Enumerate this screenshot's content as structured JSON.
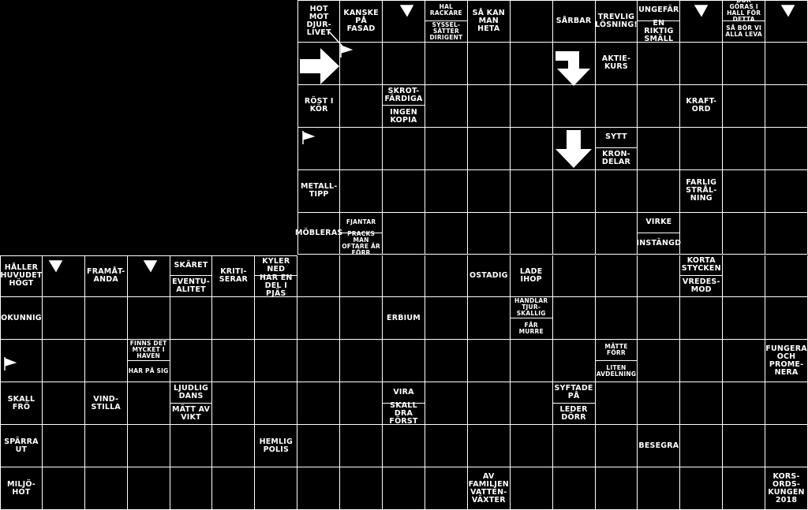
{
  "puzzle": {
    "clues": [
      {
        "id": "c1",
        "lines": "HOT MOT\nDJUR-\nLIVET",
        "col": 0,
        "row": 0,
        "pos": "full"
      },
      {
        "id": "c2",
        "lines": "KANSKE\nPÅ FASAD",
        "col": 1,
        "row": 0,
        "pos": "full"
      },
      {
        "id": "c3",
        "lines": "HAL\nRACKARE",
        "col": 3,
        "row": 0,
        "pos": "upper",
        "small": true
      },
      {
        "id": "c4",
        "lines": "SYSSEL-\nSÄTTER\nDIRIGENT",
        "col": 3,
        "row": 0,
        "pos": "lower",
        "small": true
      },
      {
        "id": "c5",
        "lines": "SÅ KAN\nMAN\nHETA",
        "col": 4,
        "row": 0,
        "pos": "full"
      },
      {
        "id": "c6",
        "lines": "SÅRBAR",
        "col": 6,
        "row": 0,
        "pos": "full"
      },
      {
        "id": "c7",
        "lines": "TREVLIG\nLÖSNING!",
        "col": 7,
        "row": 0,
        "pos": "full"
      },
      {
        "id": "c8",
        "lines": "UNGEFÄR",
        "col": 8,
        "row": 0,
        "pos": "upper"
      },
      {
        "id": "c9",
        "lines": "EN RIKTIG\nSMÄLL",
        "col": 8,
        "row": 0,
        "pos": "lower"
      },
      {
        "id": "c10",
        "lines": "BÖR GÖRAS I\nHALL FÖR\nDETTA",
        "col": 10,
        "row": 0,
        "pos": "upper",
        "small": true
      },
      {
        "id": "c11",
        "lines": "SÅ BÖR VI\nALLA LEVA",
        "col": 10,
        "row": 0,
        "pos": "lower",
        "small": true
      },
      {
        "id": "c12",
        "lines": "AKTIE-\nKURS",
        "col": 7,
        "row": 1,
        "pos": "full"
      },
      {
        "id": "c13",
        "lines": "RÖST I\nKÖR",
        "col": 0,
        "row": 2,
        "pos": "full"
      },
      {
        "id": "c14",
        "lines": "SKROT-\nFÄRDIGA",
        "col": 2,
        "row": 2,
        "pos": "upper"
      },
      {
        "id": "c15",
        "lines": "INGEN\nKOPIA",
        "col": 2,
        "row": 2,
        "pos": "lower"
      },
      {
        "id": "c16",
        "lines": "KRAFT-\nORD",
        "col": 9,
        "row": 2,
        "pos": "full"
      },
      {
        "id": "c17",
        "lines": "SYTT",
        "col": 7,
        "row": 3,
        "pos": "upper"
      },
      {
        "id": "c18",
        "lines": "KRON-\nDELAR",
        "col": 7,
        "row": 3,
        "pos": "lower"
      },
      {
        "id": "c19",
        "lines": "METALL-\nTIPP",
        "col": 0,
        "row": 4,
        "pos": "full"
      },
      {
        "id": "c20",
        "lines": "FARLIG\nSTRÅL-\nNING",
        "col": 9,
        "row": 4,
        "pos": "full"
      },
      {
        "id": "c21",
        "lines": "MÖBLERAS",
        "col": 0,
        "row": 5,
        "pos": "full"
      },
      {
        "id": "c22",
        "lines": "FJANTAR",
        "col": 1,
        "row": 5,
        "pos": "upper",
        "small": true
      },
      {
        "id": "c23",
        "lines": "PRACKS MAN\nOFTARE ÄR\nFÖRR",
        "col": 1,
        "row": 5,
        "pos": "lower",
        "small": true
      },
      {
        "id": "c24",
        "lines": "VIRKE",
        "col": 8,
        "row": 5,
        "pos": "upper"
      },
      {
        "id": "c25",
        "lines": "INSTÄNGD",
        "col": 8,
        "row": 5,
        "pos": "lower"
      }
    ],
    "lower_clues": [
      {
        "id": "d1",
        "lines": "HÅLLER\nHUVUDET\nHÖGT",
        "gx": 0,
        "gy": 6,
        "pos": "full"
      },
      {
        "id": "d2",
        "lines": "FRAMÅT-\nANDA",
        "gx": 2,
        "gy": 6,
        "pos": "full"
      },
      {
        "id": "d3",
        "lines": "SKÄRET",
        "gx": 4,
        "gy": 6,
        "pos": "upper"
      },
      {
        "id": "d4",
        "lines": "EVENTU-\nALITET",
        "gx": 4,
        "gy": 6,
        "pos": "lower"
      },
      {
        "id": "d5",
        "lines": "KRITI-\nSERAR",
        "gx": 5,
        "gy": 6,
        "pos": "full"
      },
      {
        "id": "d6",
        "lines": "KYLER\nNED",
        "gx": 6,
        "gy": 6,
        "pos": "upper"
      },
      {
        "id": "d7",
        "lines": "HAR EN\nDEL I PJÄS",
        "gx": 6,
        "gy": 6,
        "pos": "lower"
      },
      {
        "id": "d8",
        "lines": "OSTADIG",
        "gx": 11,
        "gy": 6,
        "pos": "full"
      },
      {
        "id": "d9",
        "lines": "LADE\nIHOP",
        "gx": 12,
        "gy": 6,
        "pos": "full"
      },
      {
        "id": "d10",
        "lines": "KORTA\nSTYCKEN",
        "gx": 16,
        "gy": 6,
        "pos": "upper"
      },
      {
        "id": "d11",
        "lines": "VREDES-\nMOD",
        "gx": 16,
        "gy": 6,
        "pos": "lower"
      },
      {
        "id": "d12",
        "lines": "OKUNNIG",
        "gx": 0,
        "gy": 7,
        "pos": "full"
      },
      {
        "id": "d13",
        "lines": "ERBIUM",
        "gx": 9,
        "gy": 7,
        "pos": "full"
      },
      {
        "id": "d14",
        "lines": "HANDLAR\nTJUR-\nSKALLIG",
        "gx": 12,
        "gy": 7,
        "pos": "upper",
        "small": true
      },
      {
        "id": "d15",
        "lines": "FÅR MURRE",
        "gx": 12,
        "gy": 7,
        "pos": "lower",
        "small": true
      },
      {
        "id": "d16",
        "lines": "FINNS DET\nMYCKET I\nHAVEN",
        "gx": 3,
        "gy": 8,
        "pos": "upper",
        "small": true
      },
      {
        "id": "d17",
        "lines": "HAR PÅ SIG",
        "gx": 3,
        "gy": 8,
        "pos": "lower",
        "small": true
      },
      {
        "id": "d18",
        "lines": "MÄTTE FÖRR",
        "gx": 14,
        "gy": 8,
        "pos": "upper",
        "small": true
      },
      {
        "id": "d19",
        "lines": "LITEN\nAVDELNING",
        "gx": 14,
        "gy": 8,
        "pos": "lower",
        "small": true
      },
      {
        "id": "d20",
        "lines": "FUNGERA\nOCH\nPROME-\nNERA",
        "gx": 18,
        "gy": 8,
        "pos": "full"
      },
      {
        "id": "d21",
        "lines": "SKALL\nFRÖ",
        "gx": 0,
        "gy": 9,
        "pos": "full"
      },
      {
        "id": "d22",
        "lines": "VIND-\nSTILLA",
        "gx": 2,
        "gy": 9,
        "pos": "full"
      },
      {
        "id": "d23",
        "lines": "LJUDLIG\nDANS",
        "gx": 4,
        "gy": 9,
        "pos": "upper"
      },
      {
        "id": "d24",
        "lines": "MÄTT AV\nVIKT",
        "gx": 4,
        "gy": 9,
        "pos": "lower"
      },
      {
        "id": "d25",
        "lines": "VIRA",
        "gx": 9,
        "gy": 9,
        "pos": "upper"
      },
      {
        "id": "d26",
        "lines": "SKALL\nDRA\nFÖRST",
        "gx": 9,
        "gy": 9,
        "pos": "lower"
      },
      {
        "id": "d27",
        "lines": "SYFTADE\nPÅ",
        "gx": 13,
        "gy": 9,
        "pos": "upper"
      },
      {
        "id": "d28",
        "lines": "LEDER\nDÖRR",
        "gx": 13,
        "gy": 9,
        "pos": "lower"
      },
      {
        "id": "d29",
        "lines": "SPÄRRA\nUT",
        "gx": 0,
        "gy": 10,
        "pos": "full"
      },
      {
        "id": "d30",
        "lines": "HEMLIG\nPOLIS",
        "gx": 6,
        "gy": 10,
        "pos": "full"
      },
      {
        "id": "d31",
        "lines": "BESEGRA",
        "gx": 15,
        "gy": 10,
        "pos": "full"
      },
      {
        "id": "d32",
        "lines": "MILJÖ-\nHOT",
        "gx": 0,
        "gy": 11,
        "pos": "full"
      },
      {
        "id": "d33",
        "lines": "AV\nFAMILJEN\nVATTEN-\nVÄXTER",
        "gx": 11,
        "gy": 11,
        "pos": "full"
      },
      {
        "id": "d34",
        "lines": "KORS-\nORDS-\nKUNGEN\n2018",
        "gx": 18,
        "gy": 11,
        "pos": "full"
      }
    ]
  },
  "colors": {
    "background": "#000000",
    "lines": "#ffffff"
  }
}
